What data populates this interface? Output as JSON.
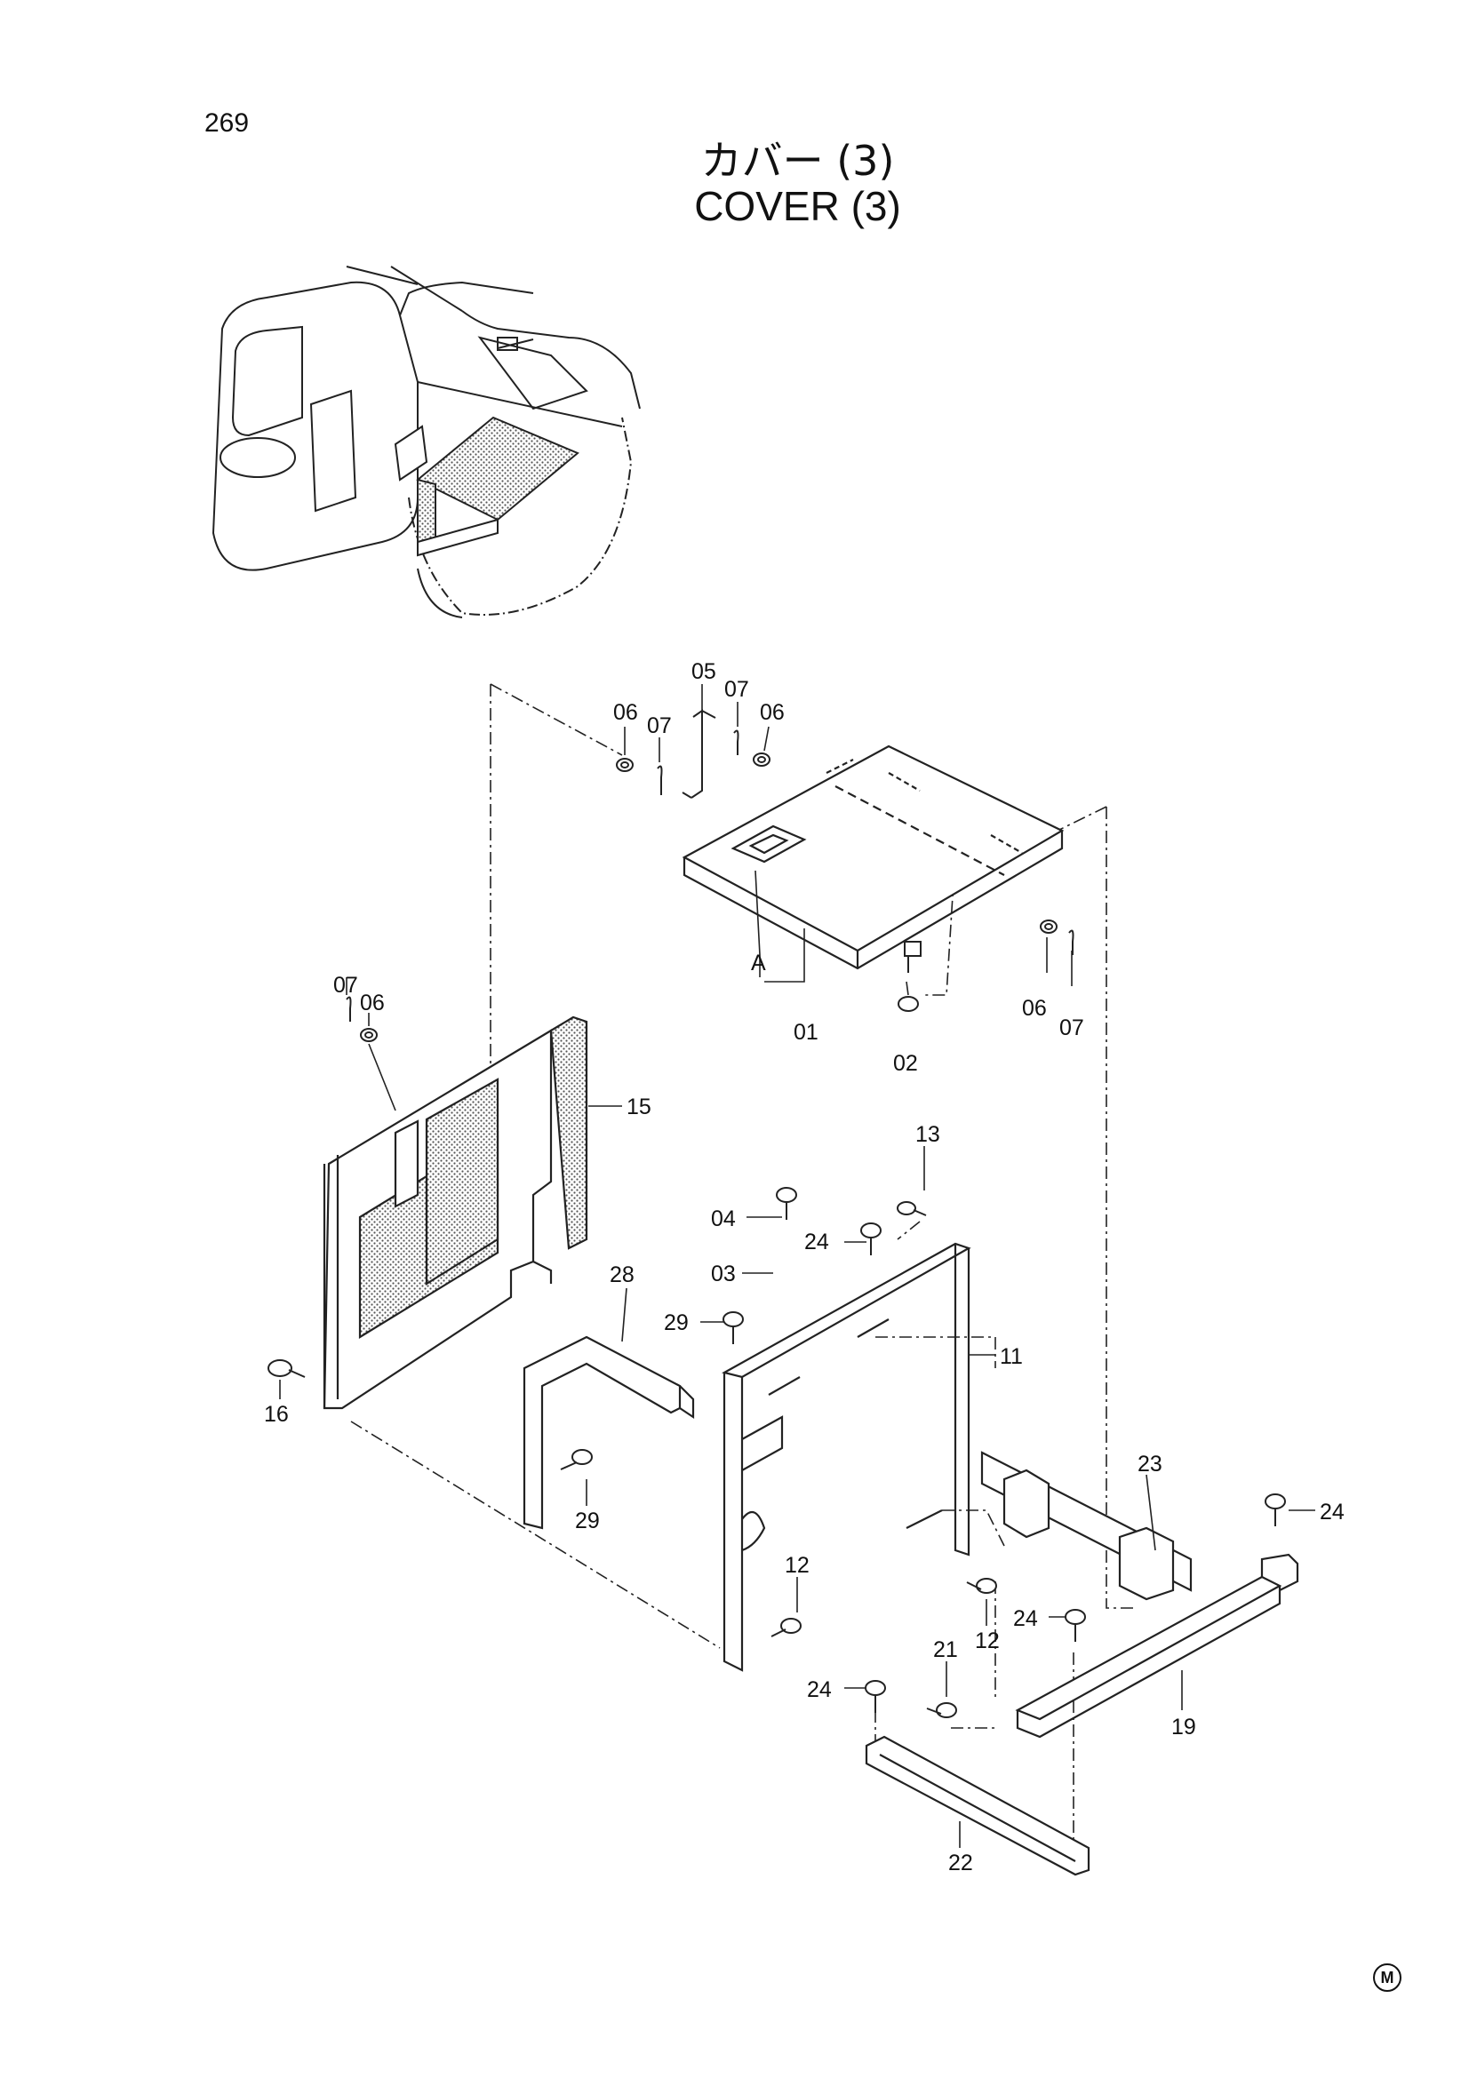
{
  "page_number": "269",
  "title_jp": "カバー (3)",
  "title_en": "COVER (3)",
  "corner_mark": "M",
  "callouts": [
    {
      "id": "c01",
      "label": "01"
    },
    {
      "id": "c02",
      "label": "02"
    },
    {
      "id": "c03",
      "label": "03"
    },
    {
      "id": "c04",
      "label": "04"
    },
    {
      "id": "c05",
      "label": "05"
    },
    {
      "id": "c06a",
      "label": "06"
    },
    {
      "id": "c06b",
      "label": "06"
    },
    {
      "id": "c06c",
      "label": "06"
    },
    {
      "id": "c06d",
      "label": "06"
    },
    {
      "id": "c07a",
      "label": "07"
    },
    {
      "id": "c07b",
      "label": "07"
    },
    {
      "id": "c07c",
      "label": "07"
    },
    {
      "id": "c07d",
      "label": "07"
    },
    {
      "id": "c11",
      "label": "11"
    },
    {
      "id": "c12a",
      "label": "12"
    },
    {
      "id": "c12b",
      "label": "12"
    },
    {
      "id": "c13",
      "label": "13"
    },
    {
      "id": "c15",
      "label": "15"
    },
    {
      "id": "c16",
      "label": "16"
    },
    {
      "id": "c19",
      "label": "19"
    },
    {
      "id": "c21",
      "label": "21"
    },
    {
      "id": "c22",
      "label": "22"
    },
    {
      "id": "c23",
      "label": "23"
    },
    {
      "id": "c24a",
      "label": "24"
    },
    {
      "id": "c24b",
      "label": "24"
    },
    {
      "id": "c24c",
      "label": "24"
    },
    {
      "id": "c24d",
      "label": "24"
    },
    {
      "id": "c28",
      "label": "28"
    },
    {
      "id": "c29a",
      "label": "29"
    },
    {
      "id": "c29b",
      "label": "29"
    },
    {
      "id": "cA",
      "label": "A"
    }
  ]
}
